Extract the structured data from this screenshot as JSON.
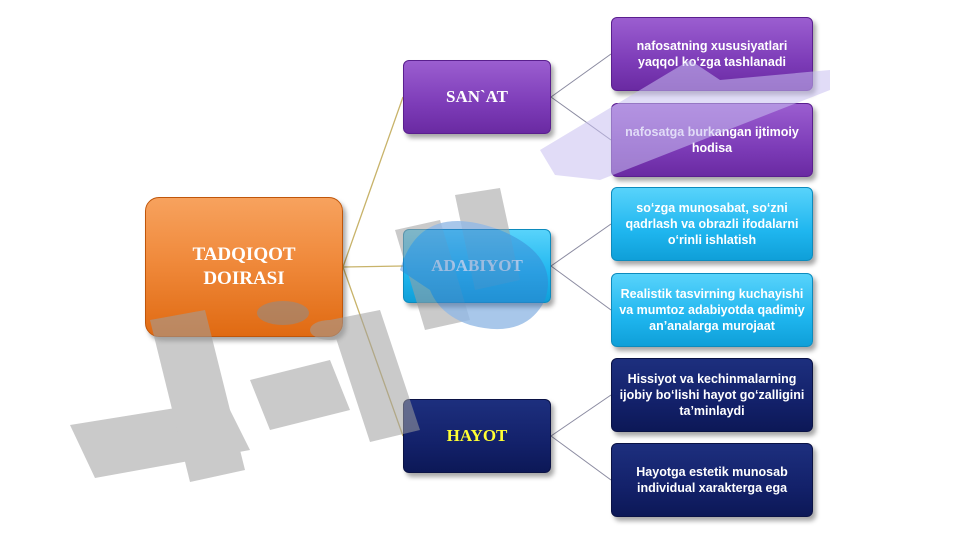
{
  "diagram": {
    "root": {
      "line1": "TADQIQOT",
      "line2": "DOIRASI"
    },
    "branches": [
      {
        "label": "SAN`AT",
        "color": "#7d3cb8",
        "items": [
          "nafosatning xususiyatlari yaqqol ko‘zga tashlanadi",
          "nafosatga burkangan ijtimoiy hodisa"
        ]
      },
      {
        "label": "ADABIYOT",
        "color": "#1fb6ef",
        "items": [
          "so‘zga munosabat, so‘zni qadrlash va obrazli ifodalarni o‘rinli ishlatish",
          "Realistik tasvirning kuchayishi va mumtoz adabiyotda qadimiy an’analarga murojaat"
        ]
      },
      {
        "label": "HAYOT",
        "color": "#13216a",
        "items": [
          "Hissiyot va kechinmalarning ijobiy bo‘lishi hayot go‘zalligini ta’minlaydi",
          "Hayotga estetik munosab individual xarakterga ega"
        ]
      }
    ],
    "connector_color": "#c8b36a",
    "leaf_connector_color": "#8a8aa0",
    "root_color": "#f08a3c"
  }
}
